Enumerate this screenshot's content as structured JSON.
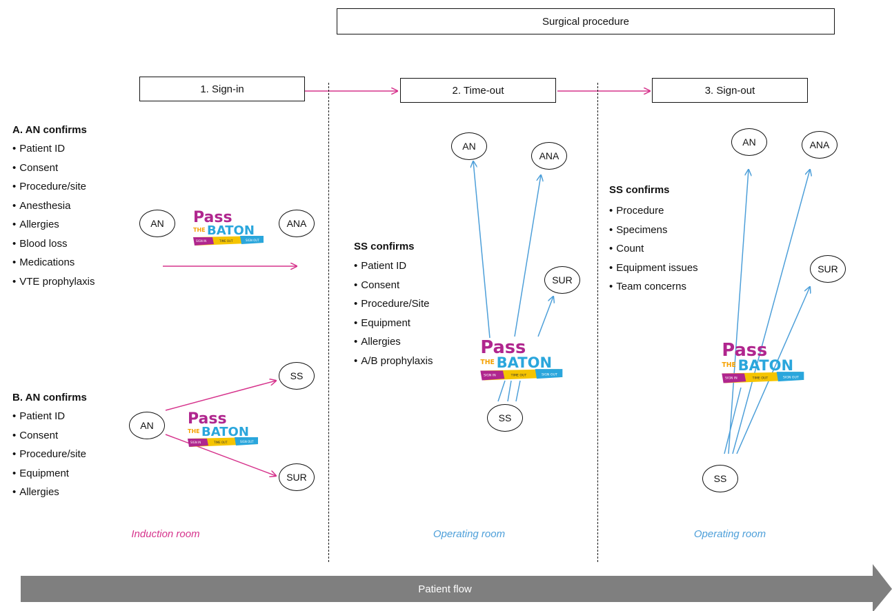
{
  "header": {
    "surgical_procedure": "Surgical procedure"
  },
  "steps": {
    "sign_in": "1. Sign-in",
    "time_out": "2. Time-out",
    "sign_out": "3. Sign-out"
  },
  "section_a": {
    "heading": "A. AN confirms",
    "items": [
      "Patient ID",
      "Consent",
      "Procedure/site",
      "Anesthesia",
      "Allergies",
      "Blood loss",
      "Medications",
      "VTE prophylaxis"
    ]
  },
  "section_b": {
    "heading": "B. AN confirms",
    "items": [
      "Patient ID",
      "Consent",
      "Procedure/site",
      "Equipment",
      "Allergies"
    ]
  },
  "time_out_section": {
    "heading": "SS confirms",
    "items": [
      "Patient ID",
      "Consent",
      "Procedure/Site",
      "Equipment",
      "Allergies",
      "A/B prophylaxis"
    ]
  },
  "sign_out_section": {
    "heading": "SS confirms",
    "items": [
      "Procedure",
      "Specimens",
      "Count",
      "Equipment issues",
      "Team concerns"
    ]
  },
  "nodes": {
    "an": "AN",
    "ana": "ANA",
    "ss": "SS",
    "sur": "SUR"
  },
  "logo": {
    "line1": "Pass",
    "line2_small": "THE",
    "line2": "BATON",
    "strip": [
      "SIGN IN",
      "TIME OUT",
      "SIGN OUT"
    ]
  },
  "rooms": {
    "induction": "Induction room",
    "operating_1": "Operating room",
    "operating_2": "Operating room"
  },
  "flow": {
    "label": "Patient flow"
  },
  "colors": {
    "pink": "#d6338c",
    "blue": "#4d9fd9",
    "gray": "#7f7f7f",
    "logo_magenta": "#b0268e",
    "logo_blue": "#2aa6dc",
    "logo_yellow": "#f5c400"
  }
}
